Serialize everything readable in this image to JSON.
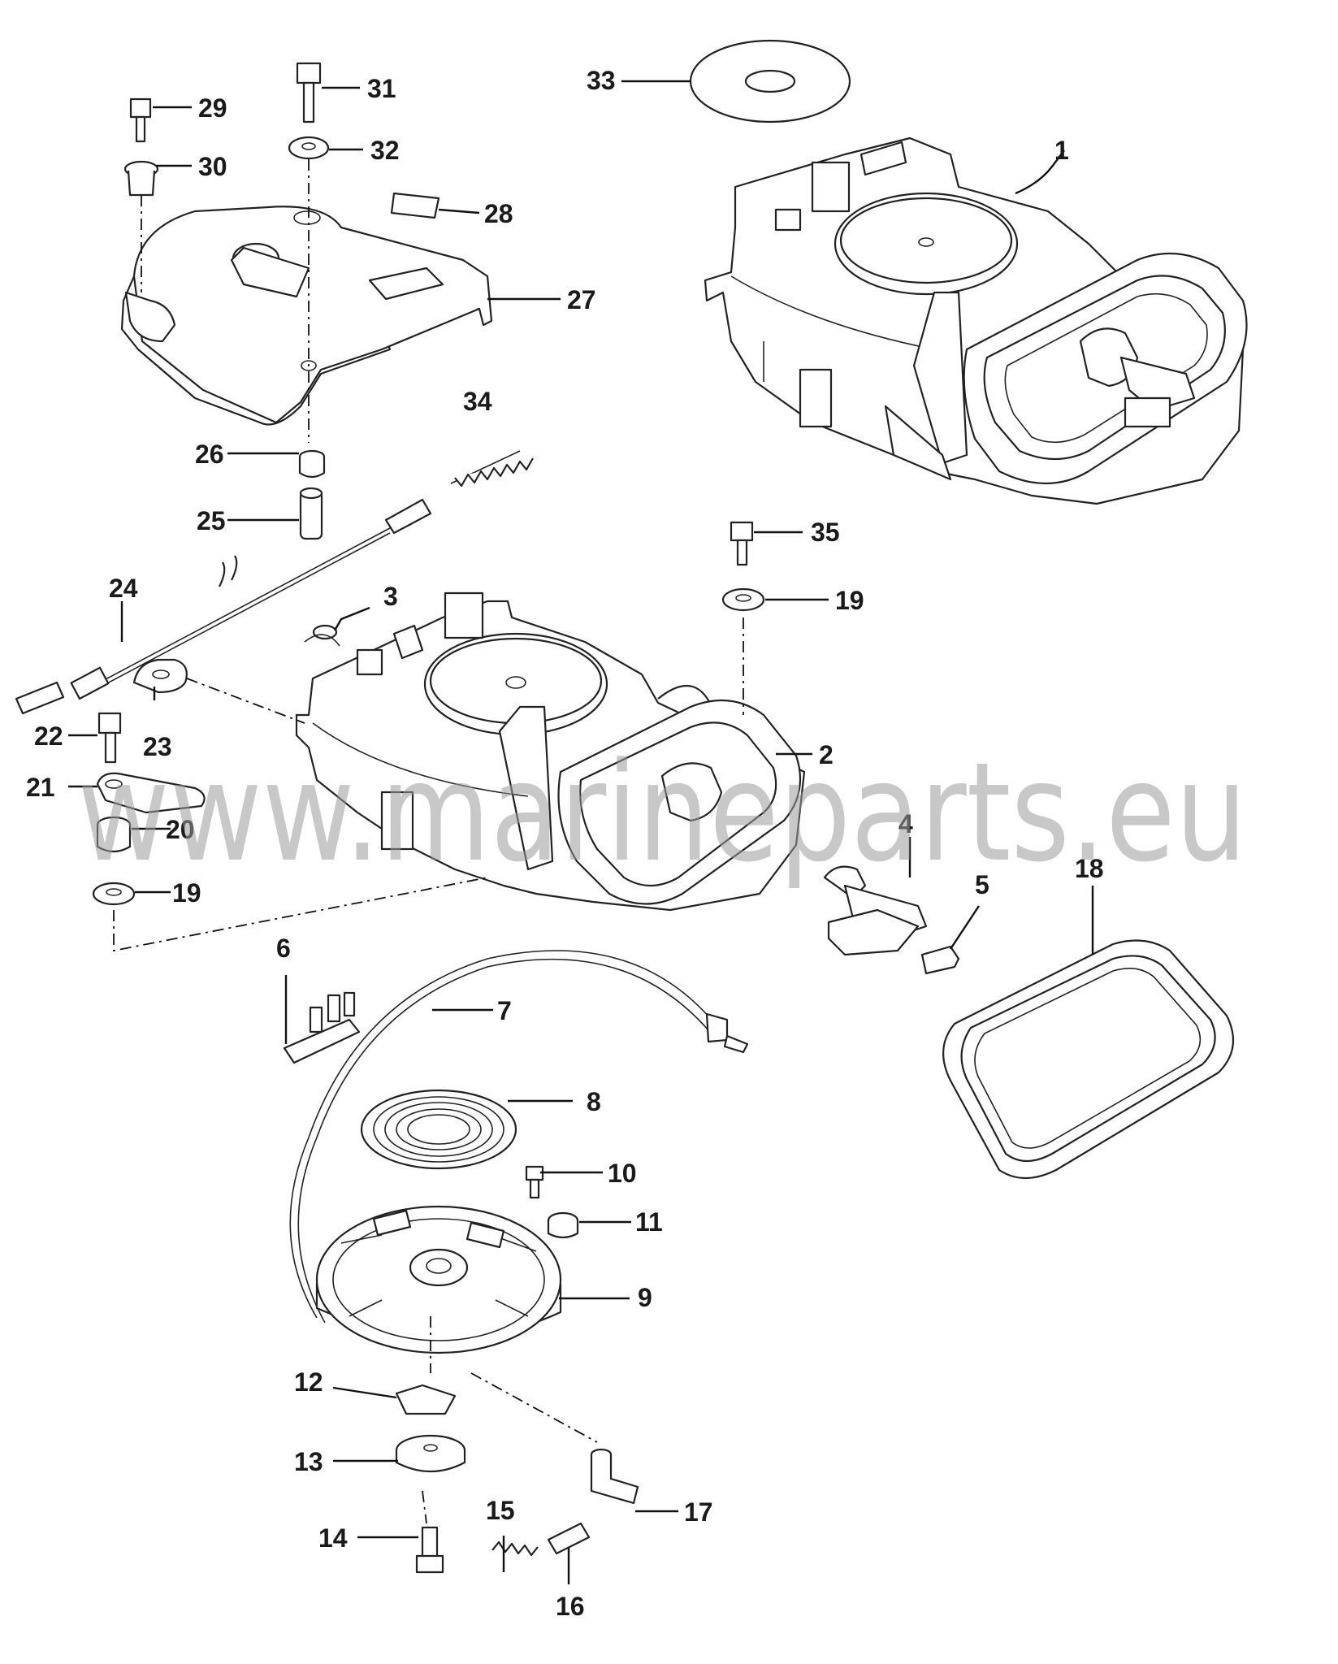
{
  "watermark": "www.marineparts.eu",
  "callouts": {
    "c1": "1",
    "c2": "2",
    "c3": "3",
    "c4": "4",
    "c5": "5",
    "c6": "6",
    "c7": "7",
    "c8": "8",
    "c9": "9",
    "c10": "10",
    "c11": "11",
    "c12": "12",
    "c13": "13",
    "c14": "14",
    "c15": "15",
    "c16": "16",
    "c17": "17",
    "c18": "18",
    "c19a": "19",
    "c19b": "19",
    "c20": "20",
    "c21": "21",
    "c22": "22",
    "c23": "23",
    "c24": "24",
    "c25": "25",
    "c26": "26",
    "c27": "27",
    "c28": "28",
    "c29": "29",
    "c30": "30",
    "c31": "31",
    "c32": "32",
    "c33": "33",
    "c34": "34",
    "c35": "35"
  }
}
